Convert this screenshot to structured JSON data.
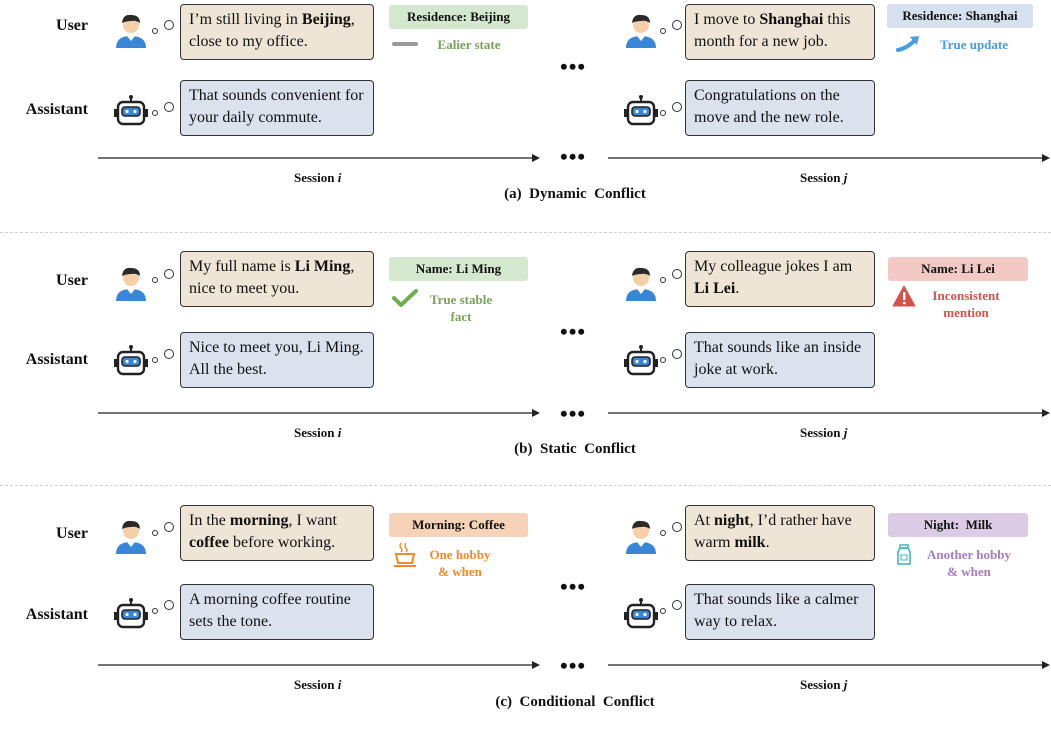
{
  "roles": {
    "user": "User",
    "assistant": "Assistant"
  },
  "ellipsis": "•••",
  "panels": [
    {
      "caption": "(a)  Dynamic  Conflict",
      "session_i": "Session",
      "session_i_var": "i",
      "session_j": "Session",
      "session_j_var": "j",
      "left": {
        "user_pre": "I’m still living in ",
        "user_bold": "Beijing",
        "user_post": ", close to my office.",
        "assistant": "That sounds convenient for your daily commute.",
        "tag": "Residence: Beijing",
        "tag_color": "#d4e8cf",
        "note": "Ealier state",
        "note_color": "#7aa05a",
        "icon": "gray-dash-icon"
      },
      "right": {
        "user_pre": "I move to ",
        "user_bold": "Shanghai",
        "user_post": " this month for a new job.",
        "assistant": "Congratulations on the move and the new role.",
        "tag": "Residence: Shanghai",
        "tag_color": "#d6e0ee",
        "note": "True  update",
        "note_color": "#4a9be0",
        "icon": "arrow-up-curve-icon"
      }
    },
    {
      "caption": "(b)  Static  Conflict",
      "session_i": "Session",
      "session_i_var": "i",
      "session_j": "Session",
      "session_j_var": "j",
      "left": {
        "user_pre": "My full name is ",
        "user_bold": "Li Ming",
        "user_post": ", nice to meet you.",
        "assistant": "Nice to meet you, Li Ming. All the best.",
        "tag": "Name: Li Ming",
        "tag_color": "#d4e8cf",
        "note": "True  stable\nfact",
        "note_color": "#7aa05a",
        "icon": "checkmark-icon"
      },
      "right": {
        "user_pre": "My colleague jokes I am ",
        "user_bold": "Li Lei",
        "user_post": ".",
        "assistant": "That sounds like an inside joke at work.",
        "tag": "Name: Li Lei",
        "tag_color": "#f3c9c6",
        "note": "Inconsistent\nmention",
        "note_color": "#d0544a",
        "icon": "warning-icon"
      }
    },
    {
      "caption": "(c)  Conditional  Conflict",
      "session_i": "Session",
      "session_i_var": "i",
      "session_j": "Session",
      "session_j_var": "j",
      "left": {
        "user_pre": "In the ",
        "user_bold": "morning",
        "user_mid": ", I want ",
        "user_bold2": "coffee",
        "user_post": " before working.",
        "assistant": "A morning coffee routine sets the tone.",
        "tag": "Morning: Coffee",
        "tag_color": "#f6d3b8",
        "note": "One  hobby\n& when",
        "note_color": "#f08a2c",
        "icon": "coffee-cup-icon"
      },
      "right": {
        "user_pre": "At ",
        "user_bold": "night",
        "user_mid": ", I’d rather have warm ",
        "user_bold2": "milk",
        "user_post": ".",
        "assistant": "That sounds like a calmer way to relax.",
        "tag": "Night:  Milk",
        "tag_color": "#dccbe4",
        "note": "Another hobby\n& when",
        "note_color": "#a77cc0",
        "icon": "milk-bottle-icon"
      }
    }
  ]
}
